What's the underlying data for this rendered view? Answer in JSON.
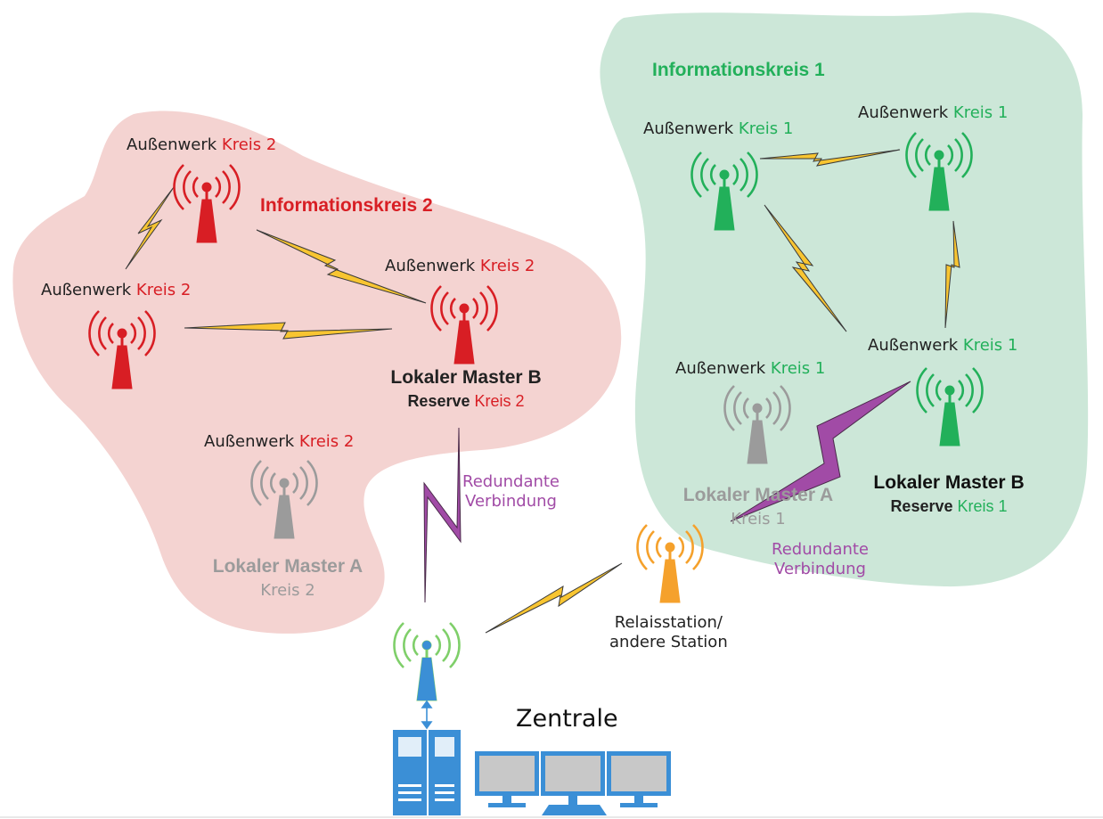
{
  "colors": {
    "red_region": "#f4d3d1",
    "green_region": "#cce7d8",
    "red": "#d81e24",
    "green": "#22b05a",
    "grey": "#9b9b9b",
    "orange": "#f5a12c",
    "blue": "#3b8fd6",
    "bolt_yellow": "#f8c531",
    "bolt_purple": "#a14ba6"
  },
  "circle1": {
    "title": "Informationskreis 1",
    "stations": [
      {
        "name": "Außenwerk",
        "circle": "Kreis 1"
      },
      {
        "name": "Außenwerk",
        "circle": "Kreis 1"
      },
      {
        "name": "Außenwerk",
        "circle": "Kreis 1"
      },
      {
        "name": "Außenwerk",
        "circle": "Kreis 1"
      }
    ],
    "master_a": {
      "title": "Lokaler Master A",
      "circle": "Kreis 1"
    },
    "master_b": {
      "title": "Lokaler Master B",
      "role": "Reserve",
      "circle": "Kreis 1"
    },
    "redundant_link": {
      "line1": "Redundante",
      "line2": "Verbindung"
    }
  },
  "circle2": {
    "title": "Informationskreis 2",
    "stations": [
      {
        "name": "Außenwerk",
        "circle": "Kreis 2"
      },
      {
        "name": "Außenwerk",
        "circle": "Kreis 2"
      },
      {
        "name": "Außenwerk",
        "circle": "Kreis 2"
      },
      {
        "name": "Außenwerk",
        "circle": "Kreis 2"
      }
    ],
    "master_a": {
      "title": "Lokaler Master A",
      "circle": "Kreis 2"
    },
    "master_b": {
      "title": "Lokaler Master B",
      "role": "Reserve",
      "circle": "Kreis 2"
    },
    "redundant_link": {
      "line1": "Redundante",
      "line2": "Verbindung"
    }
  },
  "relay": {
    "line1": "Relaisstation/",
    "line2": "andere Station"
  },
  "central": {
    "title": "Zentrale"
  }
}
